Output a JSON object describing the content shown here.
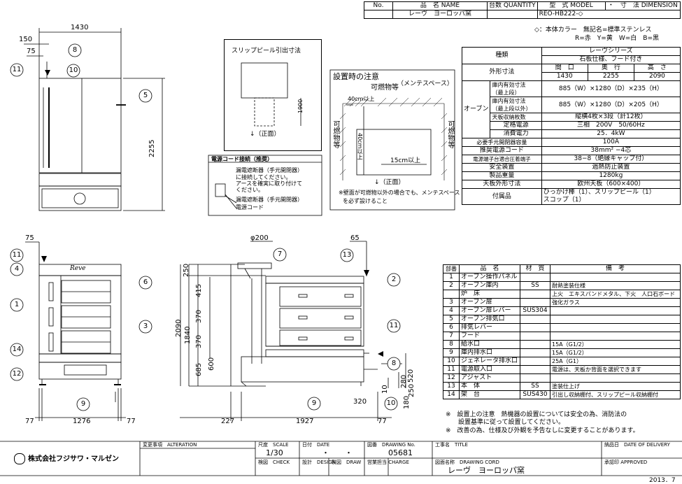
{
  "header_table": {
    "col_no": "No.",
    "col_name": "品　名 NAME",
    "col_qty": "台数 QUANTITY",
    "col_model": "型　式 MODEL",
    "col_dim": "・　寸　法 DIMENSION",
    "row_name": "レーヴ　ヨーロッパ窯",
    "row_model": "REO-HB222-◇"
  },
  "color_note": {
    "line1": "◇：本体カラー　無記名=標準ステンレス",
    "line2": "R=赤　Y=黄　W=白　B=黒"
  },
  "spec": {
    "kind_label": "種類",
    "kind_value_1": "レーヴシリーズ",
    "kind_value_2": "石板仕様、フード付き",
    "outer_label": "外形寸法",
    "w_label": "間　口",
    "d_label": "奥　行",
    "h_label": "高　さ",
    "w": "1430",
    "d": "2255",
    "h": "2090",
    "oven_label": "オーブン",
    "inner_top_label_1": "庫内有効寸法",
    "inner_top_label_2": "（最上段）",
    "inner_top_value": "885（W）×1280（D）×235（H）",
    "inner_other_label_1": "庫内有効寸法",
    "inner_other_label_2": "（最上段以外）",
    "inner_other_value": "885（W）×1280（D）×205（H）",
    "trays_label": "天板収納枚数",
    "trays_value": "縦横4枚×3段（計12枚）",
    "power_label": "定格電源",
    "power_value": "三相　200V　50/60Hz",
    "consumption_label": "消費電力",
    "consumption_value": "25．4kW",
    "breaker_label": "必要手元開閉器容量",
    "breaker_value": "100A",
    "cord_label": "推奨電源コード",
    "cord_value": "38mm² −4芯",
    "terminal_label": "電源端子台適合圧着端子",
    "terminal_value": "38−8（絶縁キャップ付）",
    "safety_label": "安全装置",
    "safety_value": "過熱防止装置",
    "weight_label": "製品重量",
    "weight_value": "1280kg",
    "tray_size_label": "天板外形寸法",
    "tray_size_value": "欧州天板（600×400）",
    "accessories_label": "付属品",
    "accessories_value_1": "ひっかけ棒（1）、スリップピール（1）",
    "accessories_value_2": "スコップ（1）"
  },
  "parts": {
    "h_no": "部番",
    "h_name": "品　名",
    "h_material": "材　質",
    "h_remarks": "備　考",
    "rows": [
      {
        "no": "1",
        "name": "オーブン操作パネル",
        "material": "",
        "remarks": ""
      },
      {
        "no": "2",
        "name": "オーブン庫内",
        "material": "SS",
        "remarks": "耐熱塗装仕様"
      },
      {
        "no": "",
        "name": "炉　床",
        "material": "",
        "remarks": "上火　エキスパンドメタル、下火　人口石ボード"
      },
      {
        "no": "3",
        "name": "オーブン扉",
        "material": "",
        "remarks": "強化ガラス"
      },
      {
        "no": "4",
        "name": "オーブン扉レバー",
        "material": "SUS304",
        "remarks": ""
      },
      {
        "no": "5",
        "name": "オーブン排気口",
        "material": "",
        "remarks": ""
      },
      {
        "no": "6",
        "name": "排気レバー",
        "material": "",
        "remarks": ""
      },
      {
        "no": "7",
        "name": "フード",
        "material": "",
        "remarks": ""
      },
      {
        "no": "8",
        "name": "給水口",
        "material": "",
        "remarks": "15A（G1/2）"
      },
      {
        "no": "9",
        "name": "庫内排水口",
        "material": "",
        "remarks": "15A（G1/2）"
      },
      {
        "no": "10",
        "name": "ジェネレータ排水口",
        "material": "",
        "remarks": "25A（G1）"
      },
      {
        "no": "11",
        "name": "電源取入口",
        "material": "",
        "remarks": "電源は、天板か背面を選択できます"
      },
      {
        "no": "12",
        "name": "アジャスト",
        "material": "",
        "remarks": ""
      },
      {
        "no": "13",
        "name": "本　体",
        "material": "SS",
        "remarks": "塗装仕上げ"
      },
      {
        "no": "14",
        "name": "架　台",
        "material": "SUS430",
        "remarks": "引出し収納棚付、スリップピール収納棚付"
      }
    ]
  },
  "notes": {
    "n1a": "※　設置上の注意　熱機器の設置については安全の為、消防法の",
    "n1b": "　　設置基準に従って設置してください。",
    "n2": "※　改善の為、仕様及び外観を予告なしに変更することがあります。"
  },
  "slip_peel": {
    "title": "スリップピール引出寸法",
    "dim": "1900",
    "front": "↓（正面）"
  },
  "cord_box": {
    "title": "電源コード接続（推奨）",
    "l1": "漏電遮断器（手元開閉器）",
    "l2": "に接続してください。",
    "l3": "アースを確実に取り付けて",
    "l4": "ください。",
    "l5": "漏電遮断器（手元開閉器）",
    "l6": "電源コード"
  },
  "install": {
    "title": "設置時の注意",
    "maint": "（メンテスペース）",
    "combustible": "可燃物等",
    "left_v": "可燃物等",
    "right_v": "可燃物等",
    "d40a": "40cm以上",
    "d40b": "40cm以上",
    "d15": "15cm以上",
    "front": "↓（正面）",
    "note1": "※壁面が可燃物以外の場合でも、メンテスペース",
    "note2": "を必ず設けること"
  },
  "dims": {
    "top_w": "1430",
    "top_150": "150",
    "top_75": "75",
    "top_h": "2255",
    "front_75": "75",
    "front_2090": "2090",
    "front_77a": "77",
    "front_1276": "1276",
    "front_77b": "77",
    "side_200": "φ200",
    "side_65": "65",
    "side_250": "250",
    "side_415": "415",
    "side_370a": "370",
    "side_370b": "370",
    "side_685": "685",
    "side_1840": "1840",
    "side_600": "600",
    "side_520": "520",
    "side_280": "280",
    "side_250b": "250",
    "side_320": "320",
    "side_180": "180",
    "side_10": "10",
    "side_227": "227",
    "side_1927": "1927",
    "side_77": "77",
    "logo_text": "Reve"
  },
  "callouts": [
    "1",
    "2",
    "3",
    "4",
    "5",
    "6",
    "7",
    "8",
    "9",
    "10",
    "11",
    "12",
    "13",
    "14"
  ],
  "title_block": {
    "company": "株式会社フジサワ・マルゼン",
    "change_label": "変更事項　ALTERATION",
    "scale_label": "尺度　SCALE",
    "scale_value": "1/30",
    "date_label": "日付　DATE",
    "date_value": "・　　・",
    "drawing_no_label": "図番　DRAWING No.",
    "drawing_no_value": "05681",
    "title_label": "工事名　TITLE",
    "delivery_label": "納品日　DATE OF DELIVERY",
    "check_label": "検図　CHECK",
    "design_label": "設計　DESIGN",
    "draw_label": "製図　DRAW",
    "charge_label": "営業担当 CHARGE",
    "drawing_cord_label": "図面名称　DRAWING CORD",
    "drawing_cord_value": "レーヴ　ヨーロッパ窯",
    "approved_label": "承認印 APPROVED",
    "year": "2013．7"
  }
}
